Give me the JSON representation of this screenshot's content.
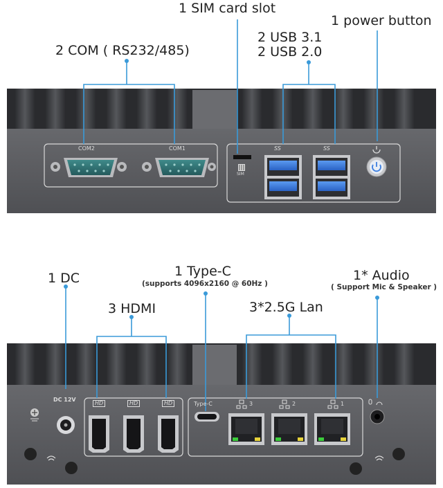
{
  "top": {
    "label_com": "2 COM ( RS232/485)",
    "label_sim": "1 SIM card slot",
    "label_usb_a": "2 USB 3.1",
    "label_usb_b": "2 USB 2.0",
    "label_power": "1 power button",
    "panel_com2": "COM2",
    "panel_com1": "COM1",
    "panel_sim": "SIM",
    "panel_ss": "SS"
  },
  "bottom": {
    "label_dc": "1 DC",
    "label_hdmi": "3 HDMI",
    "label_typec": "1 Type-C",
    "label_typec_note": "(supports 4096x2160 @ 60Hz )",
    "label_lan": "3*2.5G Lan",
    "label_audio": "1* Audio",
    "label_audio_note": "( Support Mic & Speaker )",
    "panel_dc": "DC 12V",
    "panel_typec": "Type-C",
    "panel_hd": "HD",
    "panel_lan3": "3",
    "panel_lan2": "2",
    "panel_lan1": "1"
  },
  "colors": {
    "callout_line": "#3a9ad9",
    "usb_blue": "#3d7fe0",
    "lan_green": "#3ccc3c",
    "lan_yellow": "#e6d23a",
    "chassis": "#5a5b5e"
  }
}
